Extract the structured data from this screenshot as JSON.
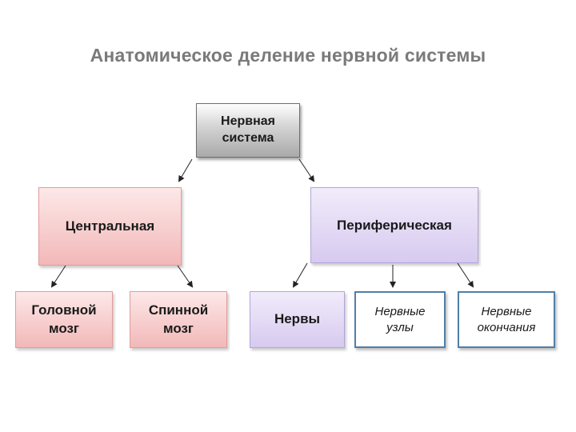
{
  "title": "Анатомическое деление нервной системы",
  "nodes": {
    "root": "Нервная\nсистема",
    "central": "Центральная",
    "peripheral": "Периферическая",
    "brain": "Головной\nмозг",
    "spinal": "Спинной\nмозг",
    "nerves": "Нервы",
    "ganglia": "Нервные\nузлы",
    "endings": "Нервные\nокончания"
  },
  "colors": {
    "central_fill": "#f2b8b8",
    "peripheral_fill": "#d7caef",
    "outline_border": "#4f7fa8",
    "title": "#7a7a7a"
  }
}
